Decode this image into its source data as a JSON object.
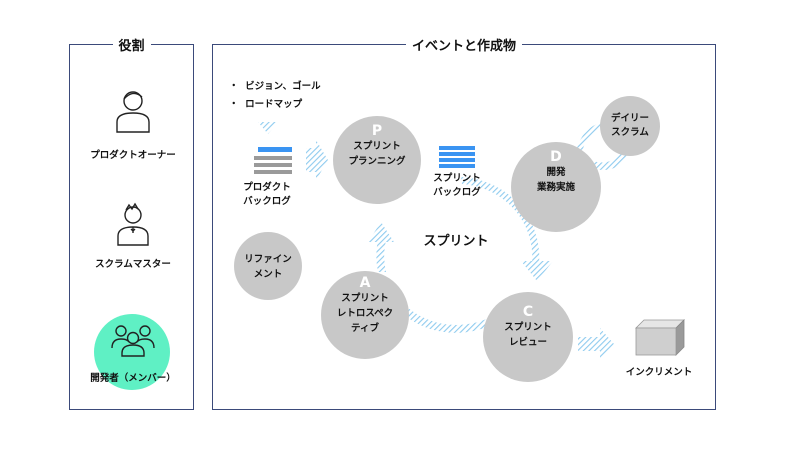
{
  "roles": {
    "title": "役割",
    "product_owner": "プロダクトオーナー",
    "scrum_master": "スクラムマスター",
    "developers": "開発者（メンバー）"
  },
  "events": {
    "title": "イベントと作成物",
    "bullets": [
      "ビジョン、ゴール",
      "ロードマップ"
    ],
    "bullet_mark": "・",
    "product_backlog": [
      "プロダクト",
      "バックログ"
    ],
    "refinement": [
      "リファイン",
      "メント"
    ],
    "sprint_backlog": [
      "スプリント",
      "バックログ"
    ],
    "sprint": "スプリント",
    "planning": {
      "letter": "P",
      "line1": "スプリント",
      "line2": "プランニング"
    },
    "doing": {
      "letter": "D",
      "line1": "開発",
      "line2": "業務実施"
    },
    "daily": {
      "line1": "デイリー",
      "line2": "スクラム"
    },
    "check": {
      "letter": "C",
      "line1": "スプリント",
      "line2": "レビュー"
    },
    "act": {
      "letter": "A",
      "line1": "スプリント",
      "line2": "レトロスペク",
      "line3": "ティブ"
    },
    "increment": "インクリメント"
  },
  "colors": {
    "panel_border": "#3b4a7a",
    "circle_fill": "#c8c8c8",
    "developer_highlight": "#5ff0c4",
    "backlog_blue": "#3a94f2",
    "backlog_gray": "#9a9a9a",
    "arrow_hatch": "#9fd1f0"
  }
}
